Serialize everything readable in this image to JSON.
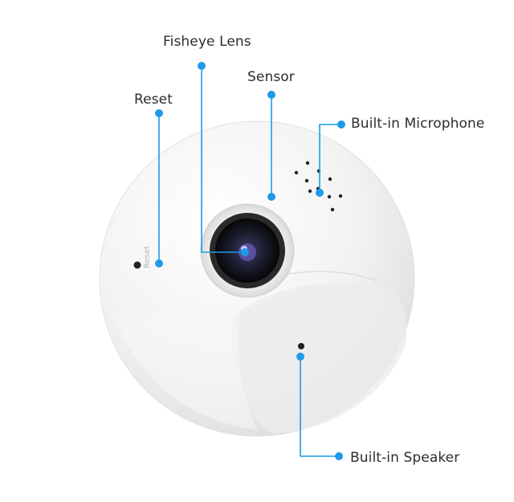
{
  "callouts": {
    "fisheye_lens": "Fisheye Lens",
    "sensor": "Sensor",
    "reset": "Reset",
    "microphone": "Built-in Microphone",
    "speaker": "Built-in Speaker"
  },
  "device": {
    "printed_text": "Reset"
  },
  "colors": {
    "accent": "#1e9be8",
    "body": "#f3f3f3"
  }
}
